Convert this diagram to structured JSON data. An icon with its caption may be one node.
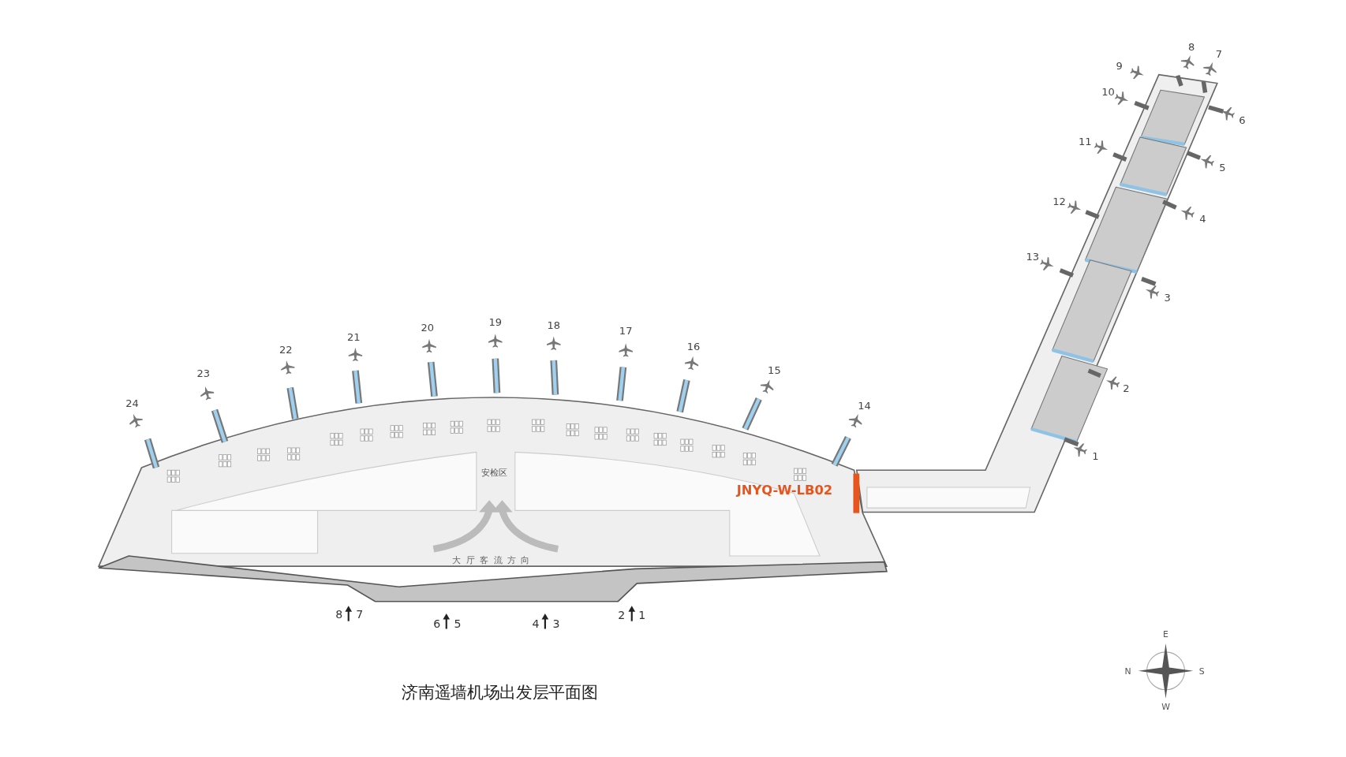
{
  "diagram": {
    "caption": "济南遥墙机场出发层平面图",
    "labels": [
      "1",
      "2",
      "3",
      "4",
      "5",
      "6",
      "7",
      "8",
      "9",
      "10",
      "11",
      "12",
      "13",
      "14",
      "15",
      "16",
      "17",
      "18",
      "19",
      "20",
      "21",
      "22",
      "23",
      "24",
      "安检区",
      "大厅客流方向",
      "8",
      "7",
      "6",
      "5",
      "4",
      "3",
      "2",
      "1",
      "JNYQ-W-LB02",
      "E",
      "N",
      "S",
      "W"
    ]
  }
}
